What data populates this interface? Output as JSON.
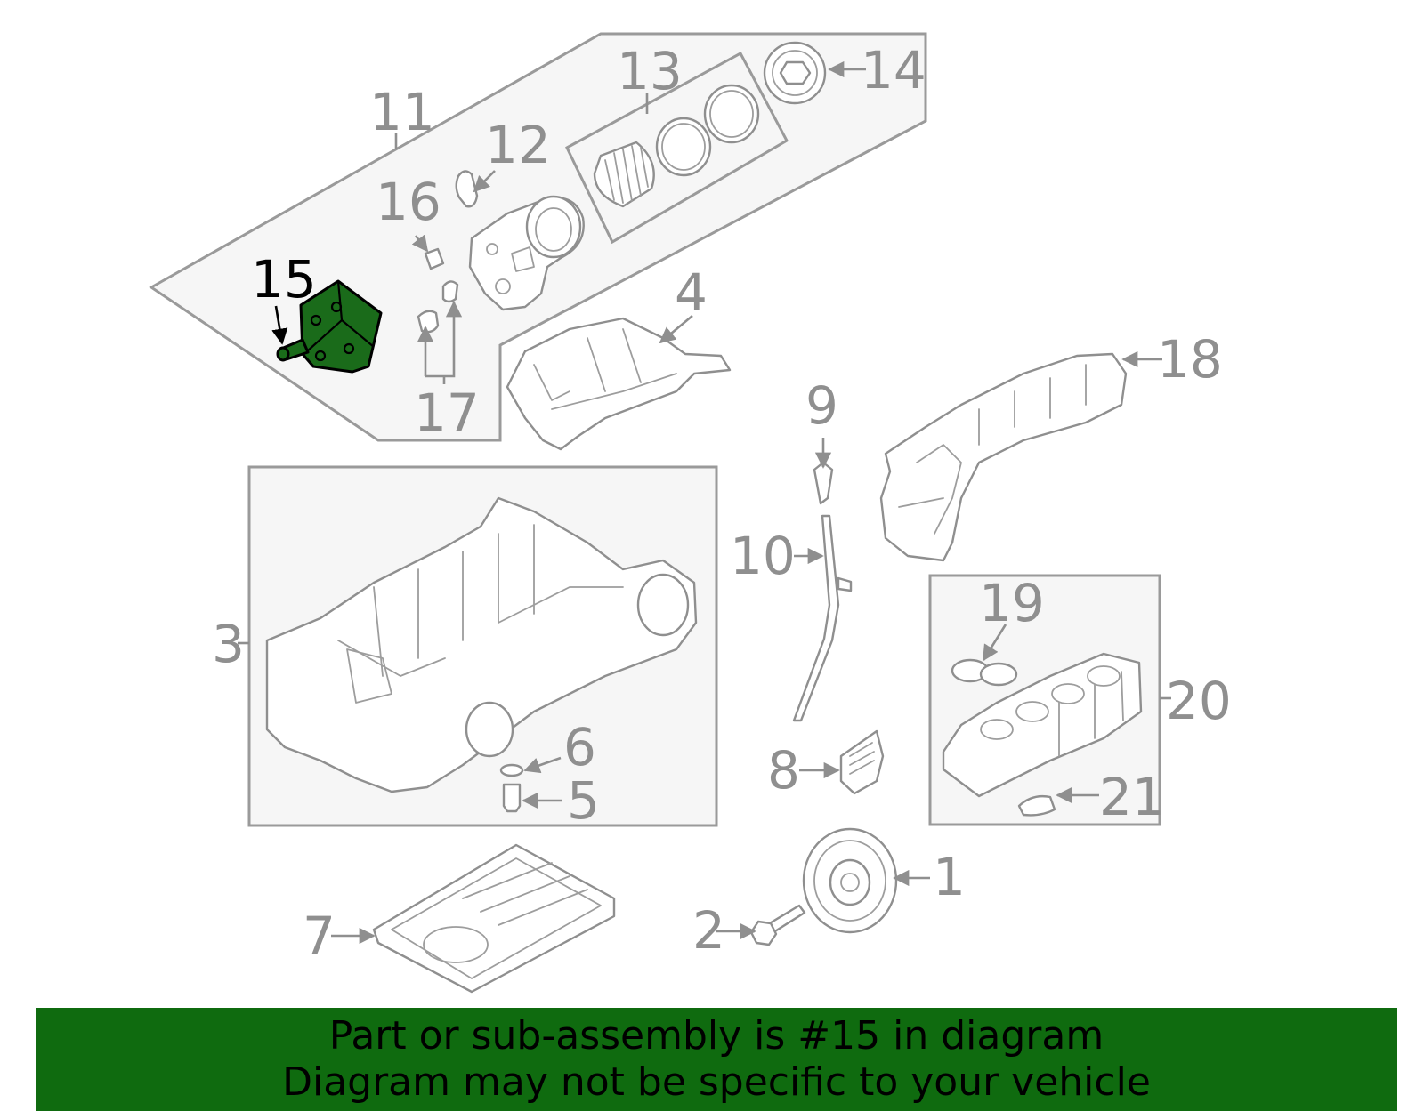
{
  "diagram": {
    "highlight_color": "#1a6b1a",
    "highlighted_part": "15",
    "callouts": [
      "1",
      "2",
      "3",
      "4",
      "5",
      "6",
      "7",
      "8",
      "9",
      "10",
      "11",
      "12",
      "13",
      "14",
      "15",
      "16",
      "17",
      "18",
      "19",
      "20",
      "21"
    ]
  },
  "banner": {
    "background": "#0f6b0f",
    "line1": "Part or sub-assembly is #15 in diagram",
    "line2": "Diagram may not be specific to your vehicle"
  }
}
